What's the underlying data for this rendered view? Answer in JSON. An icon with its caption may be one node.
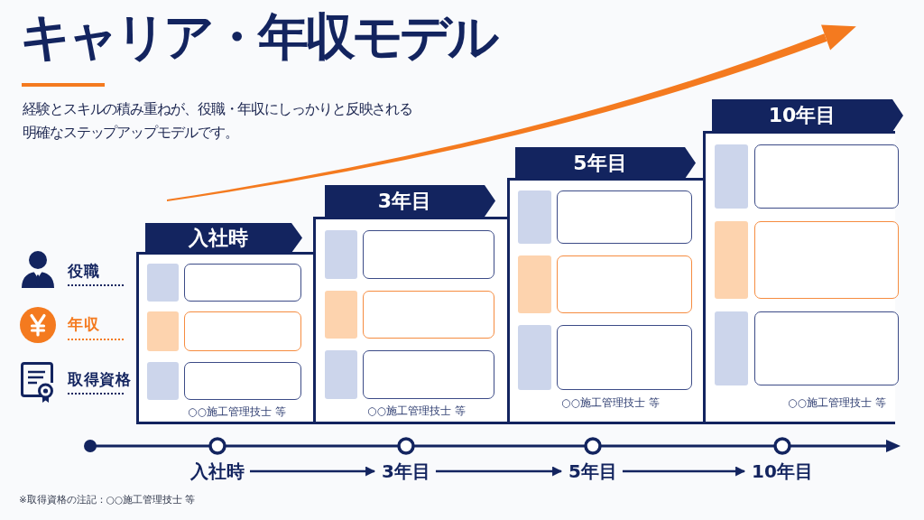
{
  "diagram": {
    "title": "キャリア・年収モデル",
    "nodes": [
      {
        "text": [
          "入社時",
          "○○施工管理技士 等"
        ]
      },
      {
        "text": [
          "3年目",
          "○○施工管理技士 等"
        ]
      },
      {
        "text": [
          "5年目",
          "○○施工管理技士 等"
        ]
      },
      {
        "text": [
          "10年目",
          "○○施工管理技士 等"
        ]
      },
      {
        "text": [
          "入社時"
        ]
      },
      {
        "text": [
          "3年目"
        ]
      },
      {
        "text": [
          "5年目"
        ]
      },
      {
        "text": [
          "10年目"
        ]
      }
    ],
    "edges": [
      {
        "from": 4,
        "to": 5,
        "arrow": "to"
      },
      {
        "from": 5,
        "to": 6,
        "arrow": "to"
      },
      {
        "from": 6,
        "to": 7,
        "arrow": "to"
      }
    ],
    "labels": [
      "経験とスキルの積み重ねが、役職・年収にしっかりと反映される明確なステップアップモデルです。",
      "役職",
      "年収",
      "取得資格",
      "※取得資格の注記：○○施工管理技士 等"
    ]
  }
}
